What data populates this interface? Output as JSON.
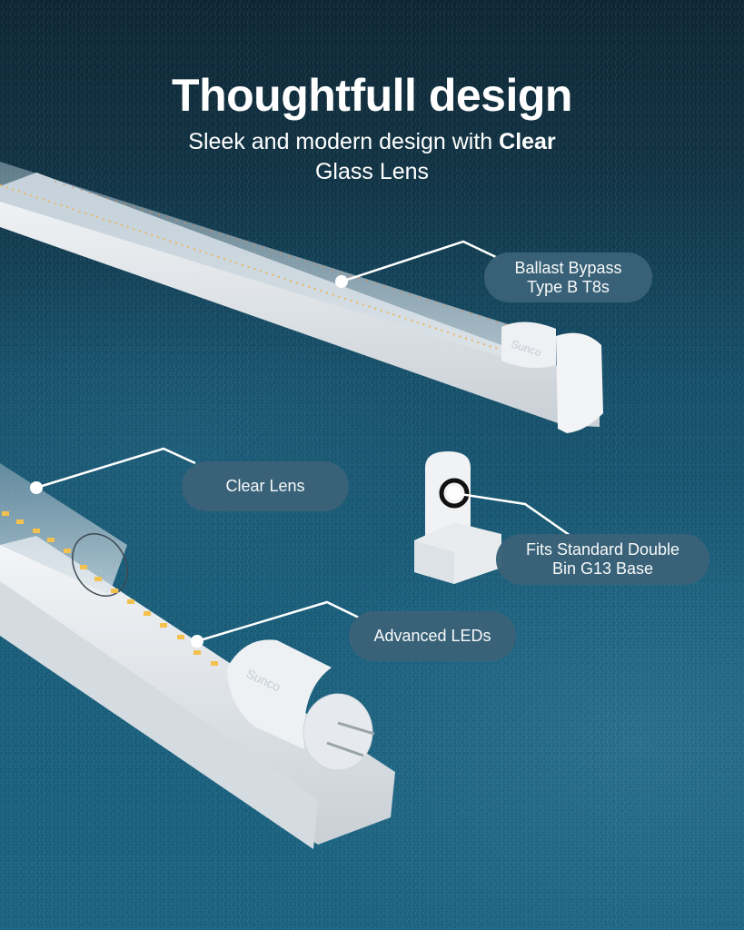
{
  "heading": {
    "title": "Thoughtfull design",
    "subtitle_prefix": "Sleek and modern design with ",
    "subtitle_bold": "Clear",
    "subtitle_line2": "Glass Lens"
  },
  "callouts": [
    {
      "id": "ballast",
      "line1": "Ballast Bypass",
      "line2": "Type B T8s"
    },
    {
      "id": "clear-lens",
      "line1": "Clear Lens"
    },
    {
      "id": "base",
      "line1": "Fits Standard Double",
      "line2": "Bin G13 Base"
    },
    {
      "id": "leds",
      "line1": "Advanced LEDs"
    }
  ],
  "product": {
    "brand_mark": "Sunco"
  },
  "colors": {
    "background_top": "#0f2735",
    "background_bottom": "#1c6583",
    "callout_bg": "#3a6278",
    "text": "#ffffff",
    "led": "#f2c14e"
  }
}
